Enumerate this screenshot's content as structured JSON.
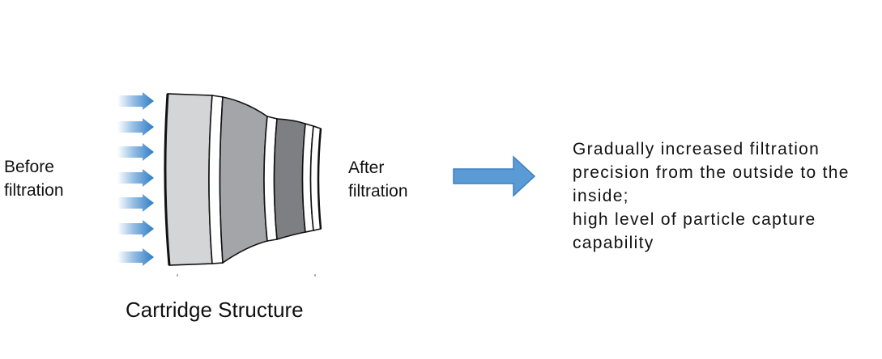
{
  "diagram": {
    "before_label": "Before\nfiltration",
    "after_label": "After\nfiltration",
    "caption": "Cartridge Structure",
    "description_lines": [
      "Gradually increased filtration",
      "precision from the outside to the",
      "inside;",
      "high level of particle capture",
      "capability"
    ],
    "colors": {
      "flow_arrow": "#3a86cc",
      "big_arrow": "#5b9bd5",
      "layer_outer": "#d3d5d7",
      "layer_middle": "#a3a5a8",
      "layer_inner": "#7d7f82",
      "outline": "#111111"
    }
  }
}
